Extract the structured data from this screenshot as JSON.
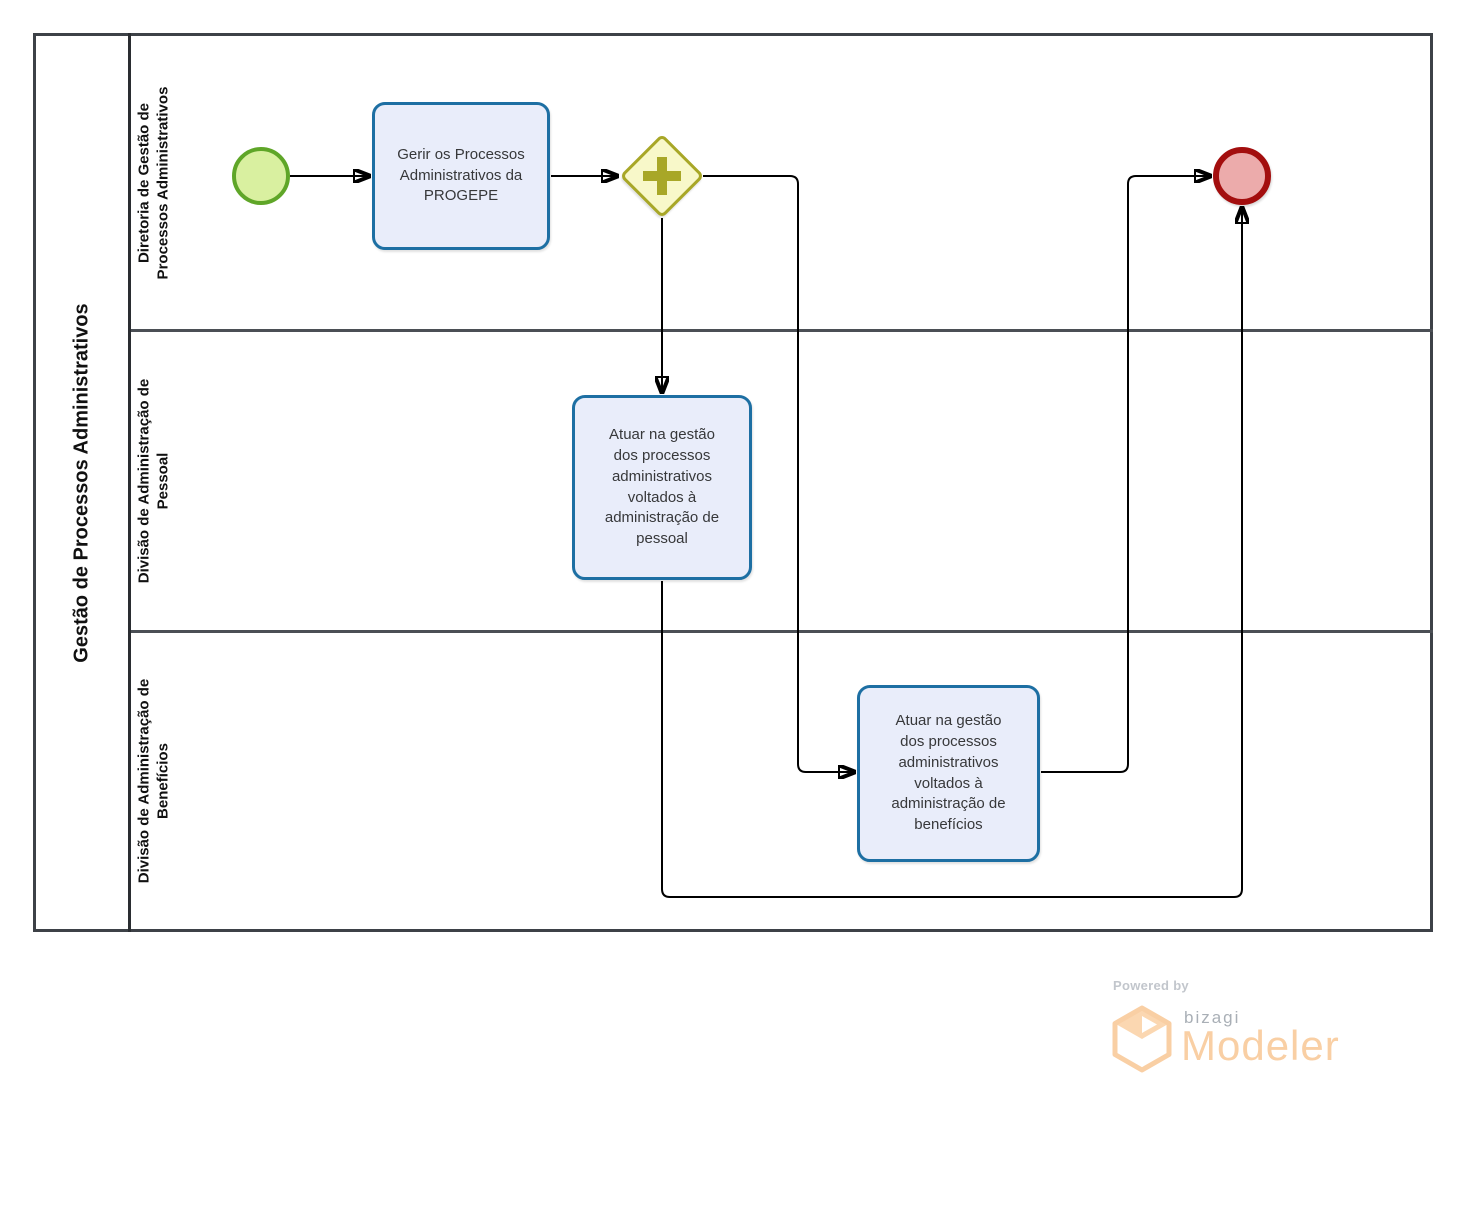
{
  "pool": {
    "title": "Gestão de Processos Administrativos",
    "lanes": [
      {
        "label": "Diretoria de Gestão de Processos Administrativos"
      },
      {
        "label": "Divisão de Administração de Pessoal"
      },
      {
        "label": "Divisão de Administração de Benefícios"
      }
    ]
  },
  "nodes": {
    "start_event": {
      "type": "start-event",
      "lane": "Diretoria de Gestão de Processos Administrativos"
    },
    "task_gerir": {
      "type": "task",
      "label": "Gerir os Processos Administrativos da PROGEPE"
    },
    "gateway": {
      "type": "parallel-gateway",
      "symbol": "+"
    },
    "task_pessoal": {
      "type": "task",
      "label": "Atuar na gestão dos processos administrativos voltados à administração de pessoal"
    },
    "task_beneficios": {
      "type": "task",
      "label": "Atuar na gestão dos processos administrativos voltados à administração de benefícios"
    },
    "end_event": {
      "type": "end-event"
    }
  },
  "flows": [
    {
      "from": "start_event",
      "to": "task_gerir"
    },
    {
      "from": "task_gerir",
      "to": "gateway"
    },
    {
      "from": "gateway",
      "to": "task_pessoal"
    },
    {
      "from": "gateway",
      "to": "task_beneficios"
    },
    {
      "from": "task_pessoal",
      "to": "end_event"
    },
    {
      "from": "task_beneficios",
      "to": "end_event"
    }
  ],
  "colors": {
    "task_fill": "#e9edfa",
    "task_border": "#1d6fa3",
    "start_fill": "#d9f0a0",
    "start_border": "#5fa628",
    "end_fill": "#ecabab",
    "end_border": "#a30e0e",
    "gateway_fill": "#f8f8c9",
    "gateway_border": "#a8a727",
    "flow_line": "#000000",
    "pool_border": "#3d4147",
    "brand_orange": "#f9cfa4",
    "brand_gray": "#a9afb6"
  },
  "footer": {
    "powered_by": "Powered by",
    "brand": "bizagi",
    "product": "Modeler"
  }
}
